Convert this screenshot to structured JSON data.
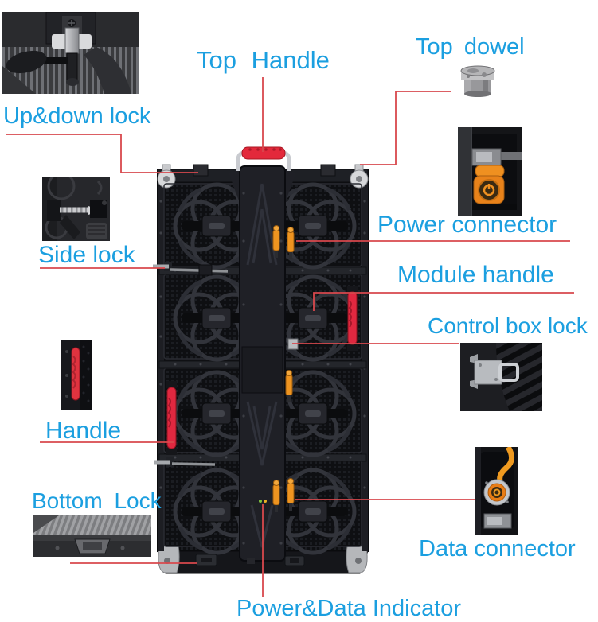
{
  "figure": {
    "type": "annotated-product-diagram",
    "subject": "LED display cabinet rear view with part callouts"
  },
  "colors": {
    "label_blue": "#1b9fe0",
    "callout_red": "#d8484d",
    "handle_red": "#e02840",
    "connector_orange": "#ee9420",
    "panel_black": "#17181c",
    "background": "#ffffff"
  },
  "labels": {
    "up_down_lock": "Up&down lock",
    "top_handle": "Top Handle",
    "top_dowel": "Top dowel",
    "power_connector": "Power connector",
    "module_handle": "Module handle",
    "control_box_lock": "Control box lock",
    "side_lock": "Side lock",
    "handle": "Handle",
    "bottom_lock": "Bottom Lock",
    "data_connector": "Data connector",
    "power_data_indicator": "Power&Data Indicator"
  },
  "insets": [
    {
      "name": "up-down-lock-photo"
    },
    {
      "name": "side-lock-photo"
    },
    {
      "name": "handle-photo"
    },
    {
      "name": "bottom-lock-photo"
    },
    {
      "name": "top-dowel-photo"
    },
    {
      "name": "power-connector-photo"
    },
    {
      "name": "control-box-lock-photo"
    },
    {
      "name": "data-connector-photo"
    }
  ]
}
